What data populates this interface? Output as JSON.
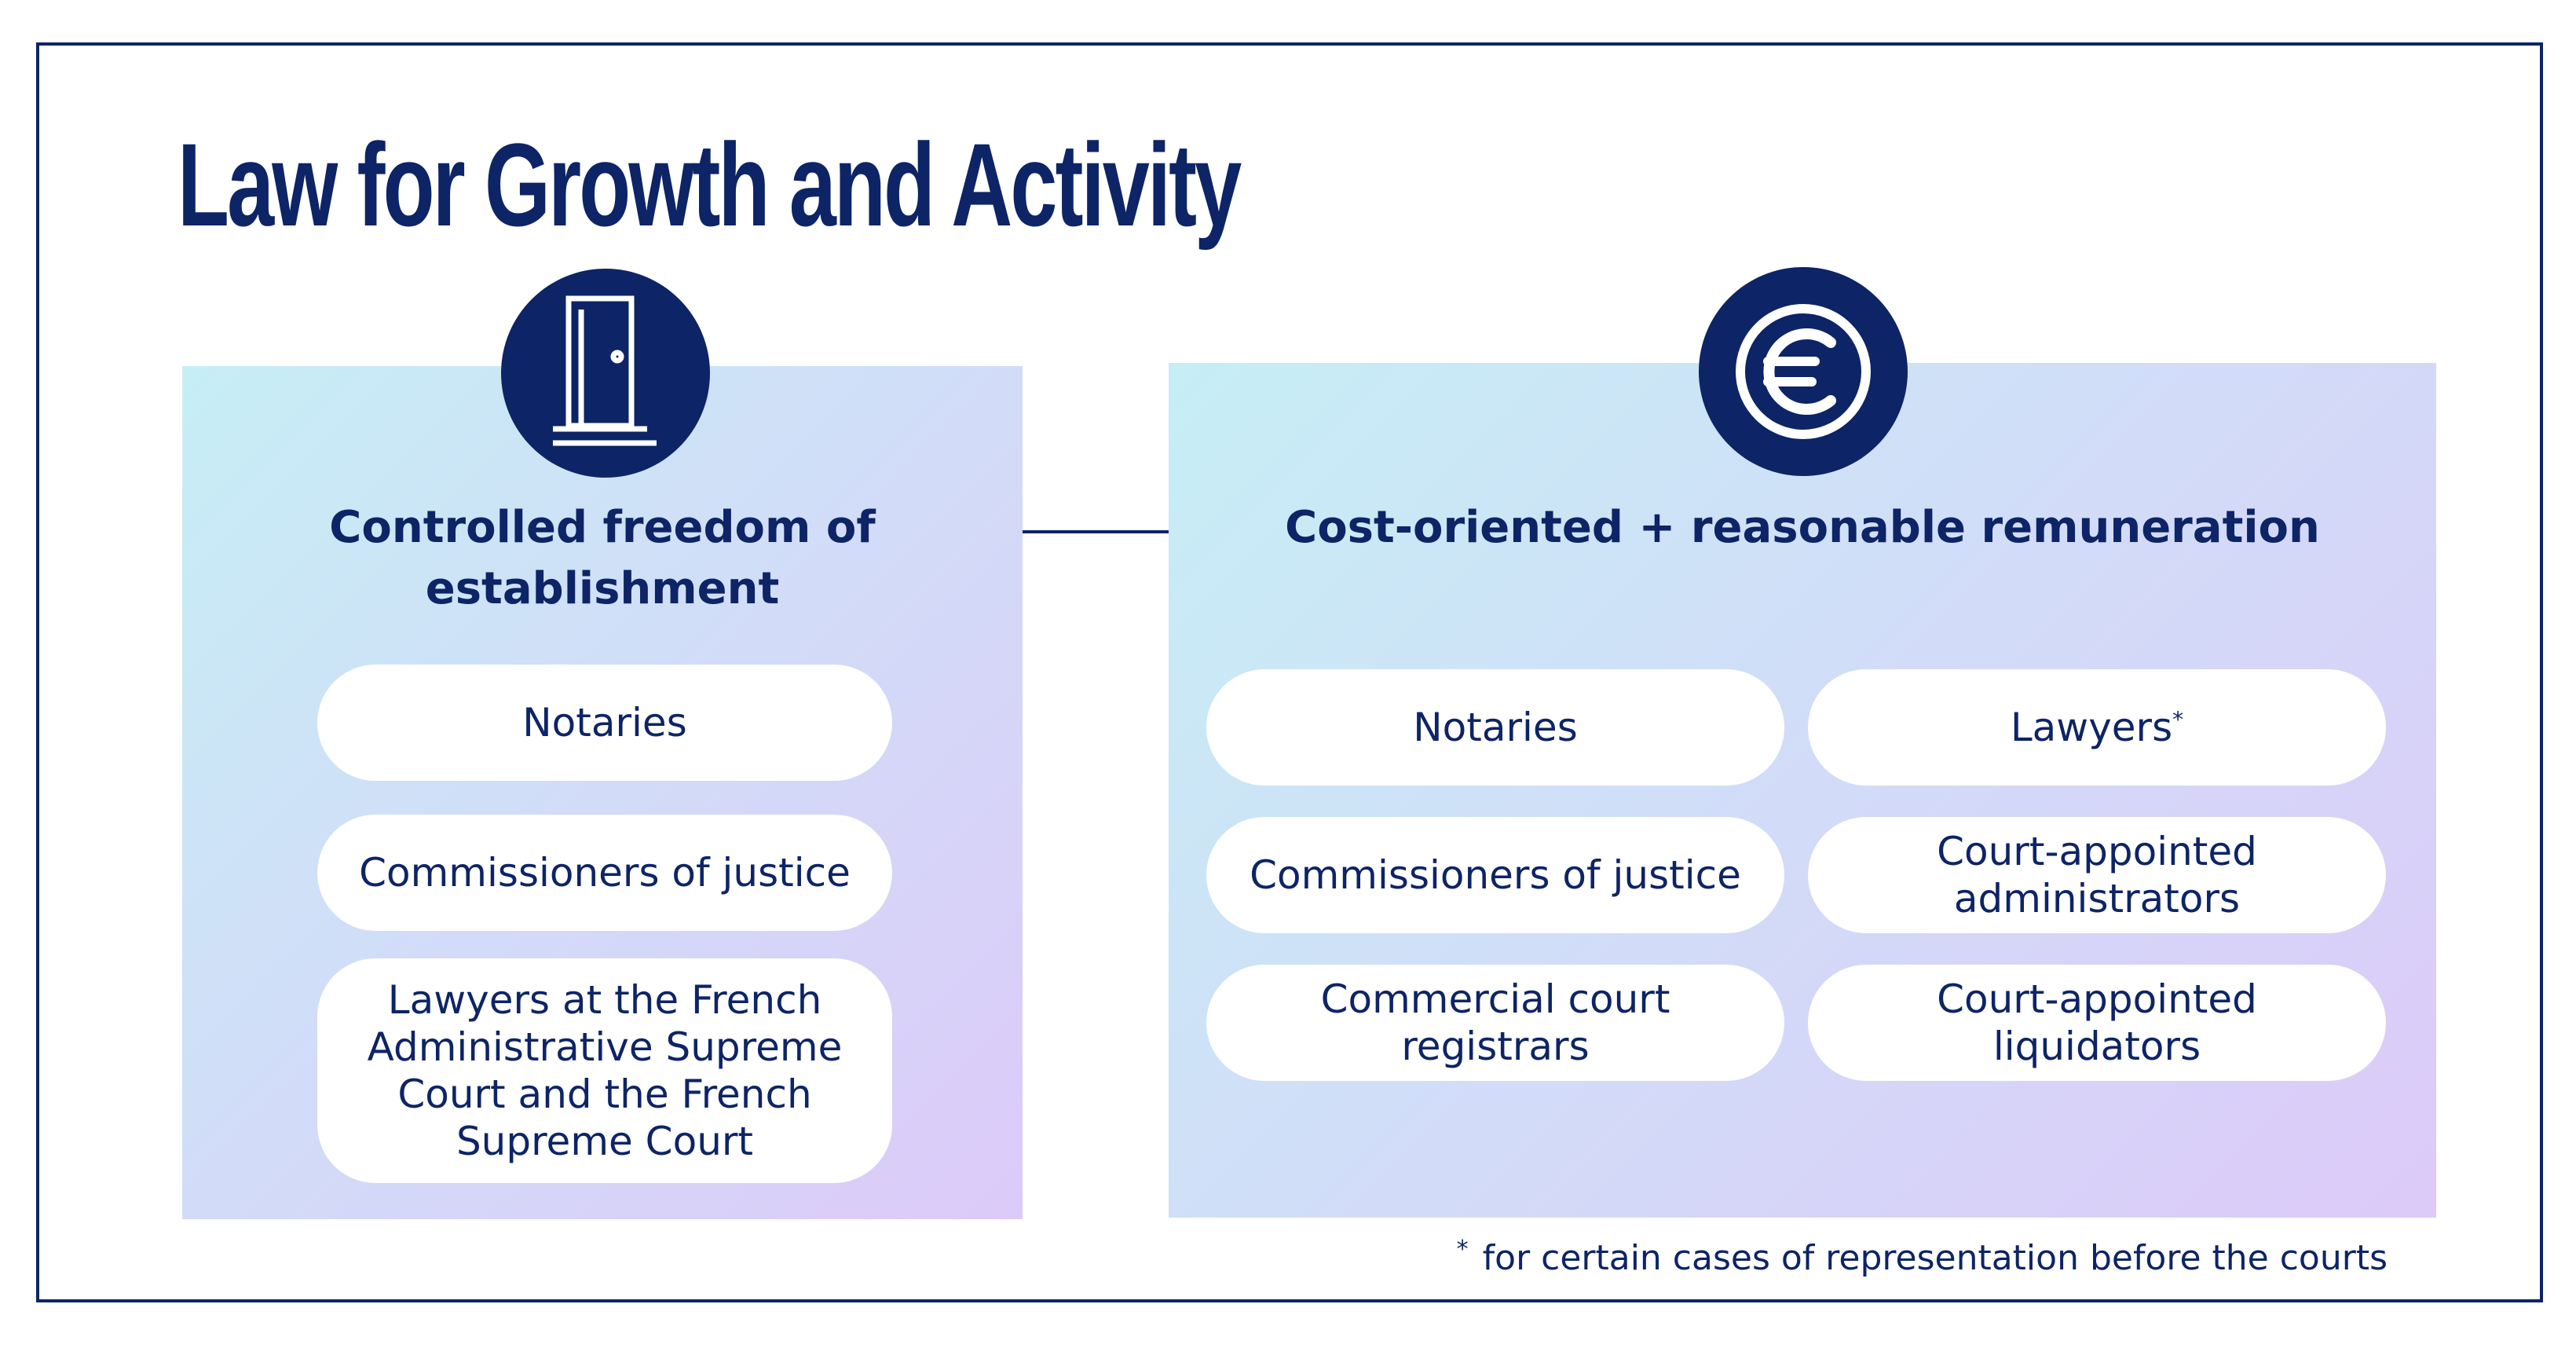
{
  "title": "Law for Growth and Activity",
  "colors": {
    "primary": "#0d2466",
    "panel_gradient_start": "#c6eef5",
    "panel_gradient_mid": "#d2dcf8",
    "panel_gradient_end": "#dccaf9",
    "pill_background": "#ffffff"
  },
  "left_panel": {
    "icon": "door-icon",
    "heading": "Controlled freedom of establishment",
    "items": [
      "Notaries",
      "Commissioners of justice",
      "Lawyers at the French Administrative Supreme Court and the French Supreme Court"
    ]
  },
  "right_panel": {
    "icon": "euro-coin-icon",
    "heading": "Cost-oriented + reasonable remuneration",
    "items": [
      {
        "label": "Notaries",
        "note": ""
      },
      {
        "label": "Lawyers",
        "note": "*"
      },
      {
        "label": "Commissioners of justice",
        "note": ""
      },
      {
        "label": "Court-appointed administrators",
        "note": ""
      },
      {
        "label": "Commercial court registrars",
        "note": ""
      },
      {
        "label": "Court-appointed liquidators",
        "note": ""
      }
    ]
  },
  "footnote": {
    "marker": "*",
    "text": "for certain cases of representation before the courts"
  }
}
